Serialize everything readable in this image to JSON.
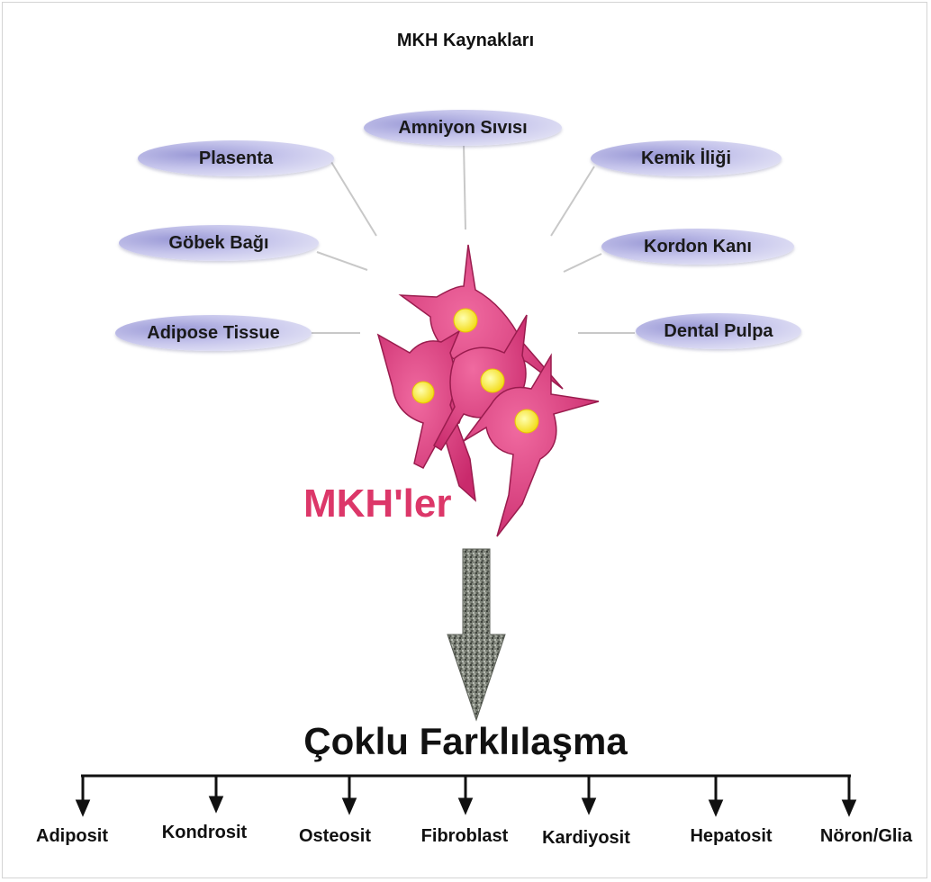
{
  "title": "MKH Kaynakları",
  "sources": [
    {
      "label": "Plasenta"
    },
    {
      "label": "Amniyon Sıvısı"
    },
    {
      "label": "Kemik İliği"
    },
    {
      "label": "Göbek Bağı"
    },
    {
      "label": "Kordon Kanı"
    },
    {
      "label": "Adipose Tissue"
    },
    {
      "label": "Dental Pulpa"
    }
  ],
  "center_label": "MKH'ler",
  "differentiation_title": "Çoklu Farklılaşma",
  "outputs": [
    {
      "label": "Adiposit"
    },
    {
      "label": "Kondrosit"
    },
    {
      "label": "Osteosit"
    },
    {
      "label": "Fibroblast"
    },
    {
      "label": "Kardiyosit"
    },
    {
      "label": "Hepatosit"
    },
    {
      "label": "Nöron/Glia"
    }
  ],
  "colors": {
    "cell": "#e04a86",
    "nucleus": "#fff15a",
    "center_label": "#dc3769",
    "node": "#c7c6ec",
    "arrow": "#7d8278"
  }
}
